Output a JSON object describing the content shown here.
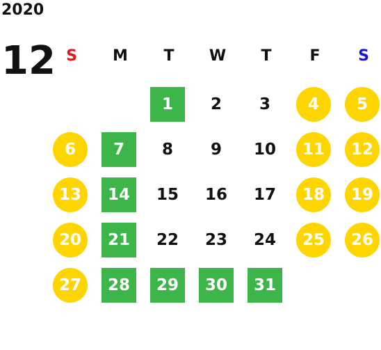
{
  "calendar": {
    "year": "2020",
    "month": "12",
    "weekdays": [
      "S",
      "M",
      "T",
      "W",
      "T",
      "F",
      "S"
    ],
    "colors": {
      "sunday_header": "#e8141c",
      "saturday_header": "#1515d4",
      "holiday_fill": "#ffd500",
      "highlight_fill": "#3cb54a",
      "text": "#111111"
    },
    "days": [
      {
        "label": "1",
        "style": "work"
      },
      {
        "label": "2",
        "style": "plain"
      },
      {
        "label": "3",
        "style": "plain"
      },
      {
        "label": "4",
        "style": "holiday"
      },
      {
        "label": "5",
        "style": "holiday"
      },
      {
        "label": "6",
        "style": "holiday"
      },
      {
        "label": "7",
        "style": "work"
      },
      {
        "label": "8",
        "style": "plain"
      },
      {
        "label": "9",
        "style": "plain"
      },
      {
        "label": "10",
        "style": "plain"
      },
      {
        "label": "11",
        "style": "holiday"
      },
      {
        "label": "12",
        "style": "holiday"
      },
      {
        "label": "13",
        "style": "holiday"
      },
      {
        "label": "14",
        "style": "work"
      },
      {
        "label": "15",
        "style": "plain"
      },
      {
        "label": "16",
        "style": "plain"
      },
      {
        "label": "17",
        "style": "plain"
      },
      {
        "label": "18",
        "style": "holiday"
      },
      {
        "label": "19",
        "style": "holiday"
      },
      {
        "label": "20",
        "style": "holiday"
      },
      {
        "label": "21",
        "style": "work"
      },
      {
        "label": "22",
        "style": "plain"
      },
      {
        "label": "23",
        "style": "plain"
      },
      {
        "label": "24",
        "style": "plain"
      },
      {
        "label": "25",
        "style": "holiday"
      },
      {
        "label": "26",
        "style": "holiday"
      },
      {
        "label": "27",
        "style": "holiday"
      },
      {
        "label": "28",
        "style": "work"
      },
      {
        "label": "29",
        "style": "work"
      },
      {
        "label": "30",
        "style": "work"
      },
      {
        "label": "31",
        "style": "work"
      }
    ]
  }
}
